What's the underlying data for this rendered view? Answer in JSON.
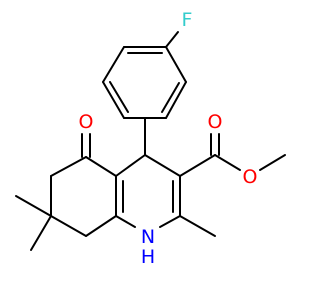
{
  "molecule": {
    "atoms": {
      "fluorine": "F",
      "ketone_oxygen": "O",
      "ester_carbonyl_oxygen": "O",
      "ester_ether_oxygen": "O",
      "nitrogen": "N",
      "nitrogen_hydrogen": "H"
    },
    "colors": {
      "bond": "#000000",
      "fluorine": "#33cccc",
      "oxygen": "#ff0000",
      "nitrogen": "#0000ff"
    }
  }
}
